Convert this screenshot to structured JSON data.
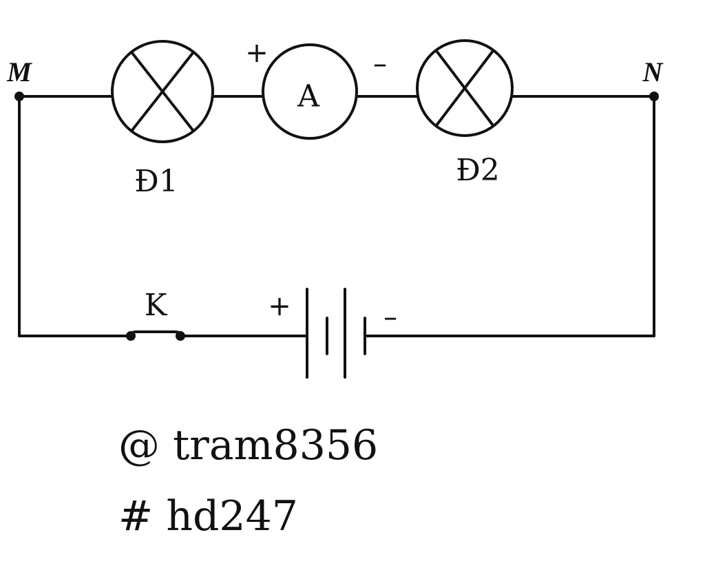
{
  "nodes": {
    "m": "M",
    "n": "N"
  },
  "lamps": {
    "d1": "Đ1",
    "d2": "Đ2"
  },
  "ammeter": {
    "symbol": "A",
    "plus": "+",
    "minus": "–"
  },
  "switch": {
    "label": "K"
  },
  "battery": {
    "plus": "+",
    "minus": "–"
  },
  "tags": {
    "author": "@ tram8356",
    "source": "# hd247"
  },
  "colors": {
    "line": "#111111",
    "background": "#ffffff"
  }
}
